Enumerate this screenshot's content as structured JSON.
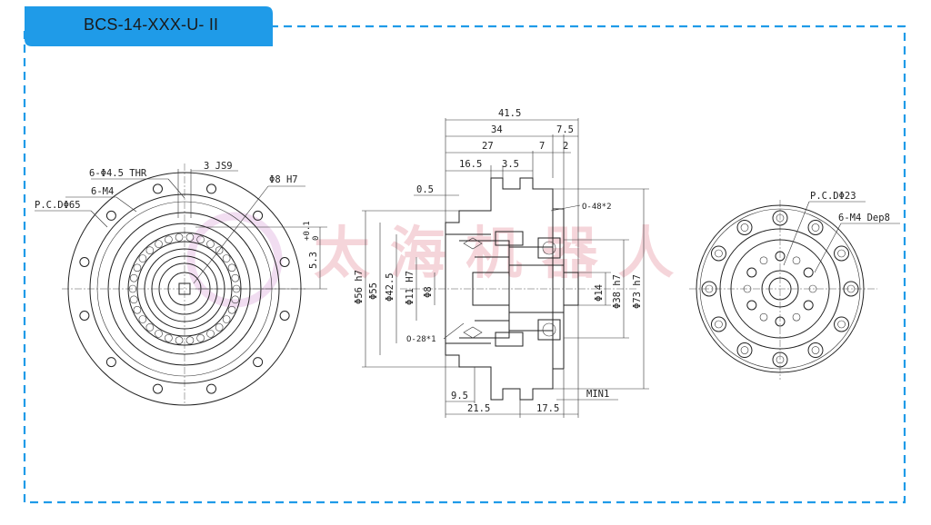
{
  "header": {
    "title": "BCS-14-XXX-U- II"
  },
  "colors": {
    "accent": "#1f9be8",
    "border": "#1f9be8",
    "line": "#222222",
    "watermark": "#e8a0a8"
  },
  "watermark": {
    "text": "太 海 机 器 人"
  },
  "front_view": {
    "labels": {
      "holes_thr": "6-Φ4.5 THR",
      "keyway": "3 JS9",
      "bore": "Φ8 H7",
      "tap": "6-M4",
      "pcd": "P.C.DΦ65",
      "key_height": "5.3",
      "key_tol_top": "+0.1",
      "key_tol_bot": "0"
    }
  },
  "side_view": {
    "top_dims": [
      "41.5",
      "34",
      "7.5",
      "27",
      "7",
      "2",
      "16.5",
      "3.5",
      "0.5"
    ],
    "left_diams": [
      "Φ56 h7",
      "Φ55",
      "Φ42.5",
      "Φ11 H7",
      "Φ8"
    ],
    "right_diams": [
      "Φ14",
      "Φ38 h7",
      "Φ73 h7"
    ],
    "orings": [
      "O-48*2",
      "O-28*1"
    ],
    "bottom_dims": [
      "9.5",
      "21.5",
      "17.5",
      "MIN1"
    ]
  },
  "rear_view": {
    "labels": {
      "pcd": "P.C.DΦ23",
      "tap": "6-M4 Dep8"
    }
  }
}
